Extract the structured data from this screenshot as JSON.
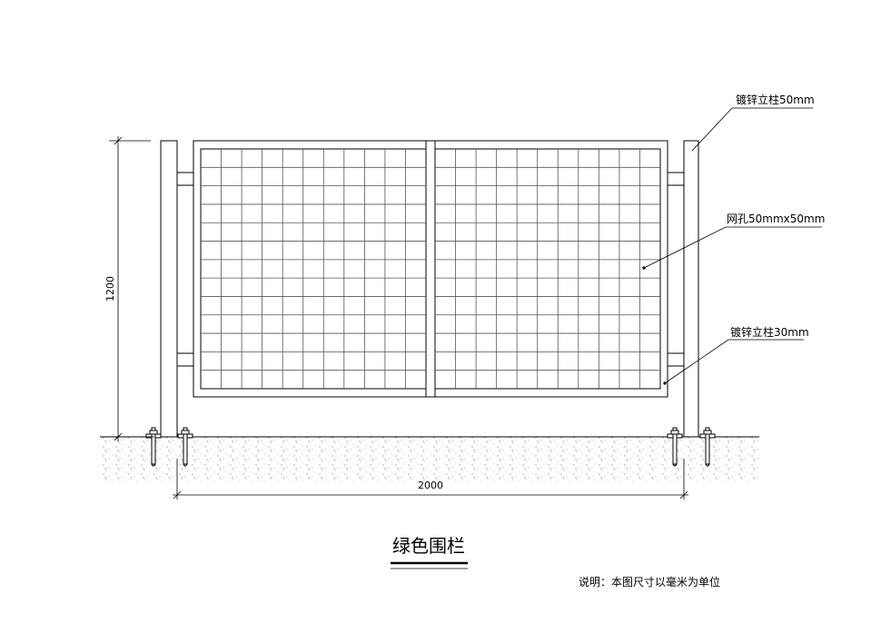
{
  "labels": {
    "post_top": "镀锌立柱50mm",
    "mesh": "网孔50mmx50mm",
    "post_lower": "镀锌立柱30mm"
  },
  "dimensions": {
    "height": "1200",
    "width": "2000"
  },
  "title": "绿色围栏",
  "note": "说明：本图尺寸以毫米为单位",
  "mesh_grid": {
    "columns_per_panel": 11,
    "rows": 13
  }
}
